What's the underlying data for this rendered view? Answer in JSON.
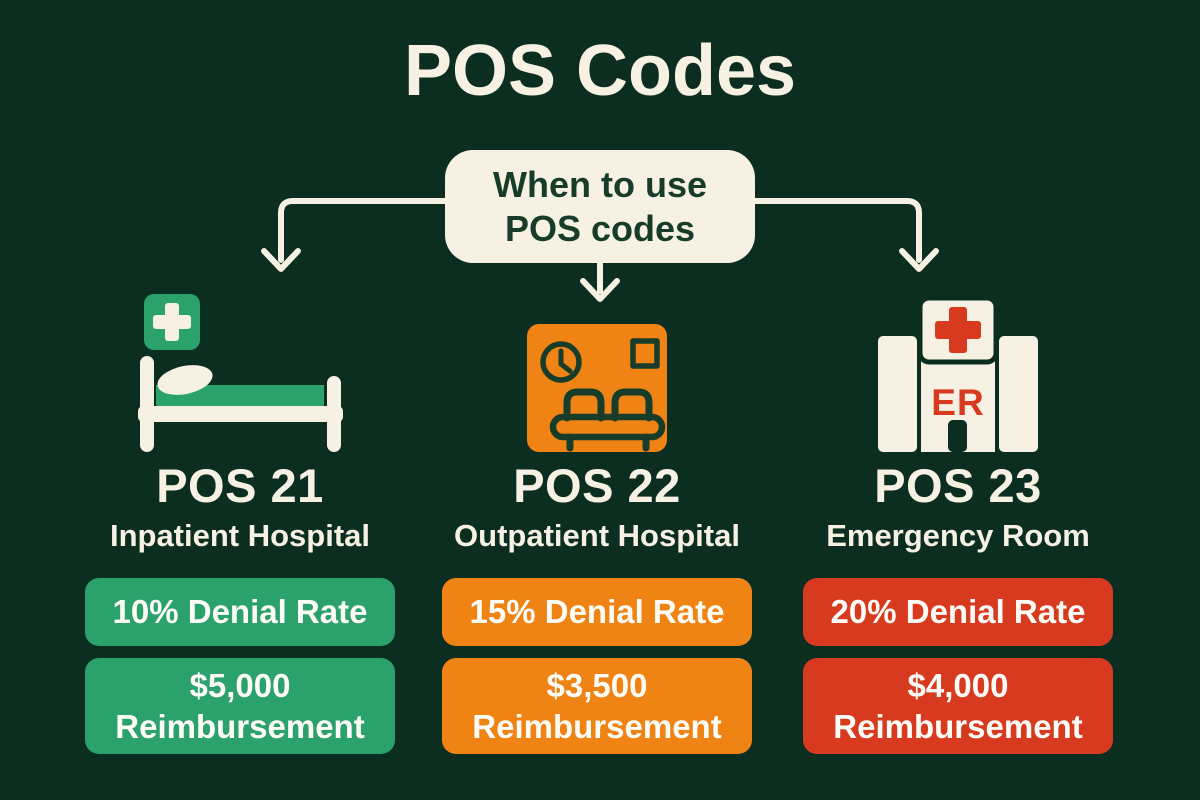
{
  "colors": {
    "background": "#0c2e20",
    "cream": "#f6f1e2",
    "ink": "#173d2a",
    "green": "#2ba16c",
    "orange": "#ef8314",
    "red": "#d83a20",
    "badge-text": "#fdfcf6"
  },
  "title": "POS Codes",
  "flow_box": {
    "line1": "When to use",
    "line2": "POS codes"
  },
  "columns": [
    {
      "code": "POS 21",
      "name": "Inpatient Hospital",
      "icon": "hospital-bed-icon",
      "denial_rate": "10% Denial Rate",
      "reimbursement_amount": "$5,000",
      "reimbursement_label": "Reimbursement",
      "accent": "#2ba16c"
    },
    {
      "code": "POS 22",
      "name": "Outpatient Hospital",
      "icon": "waiting-room-icon",
      "denial_rate": "15% Denial Rate",
      "reimbursement_amount": "$3,500",
      "reimbursement_label": "Reimbursement",
      "accent": "#ef8314"
    },
    {
      "code": "POS 23",
      "name": "Emergency Room",
      "icon": "er-building-icon",
      "er_label": "ER",
      "denial_rate": "20% Denial Rate",
      "reimbursement_amount": "$4,000",
      "reimbursement_label": "Reimbursement",
      "accent": "#d83a20"
    }
  ]
}
